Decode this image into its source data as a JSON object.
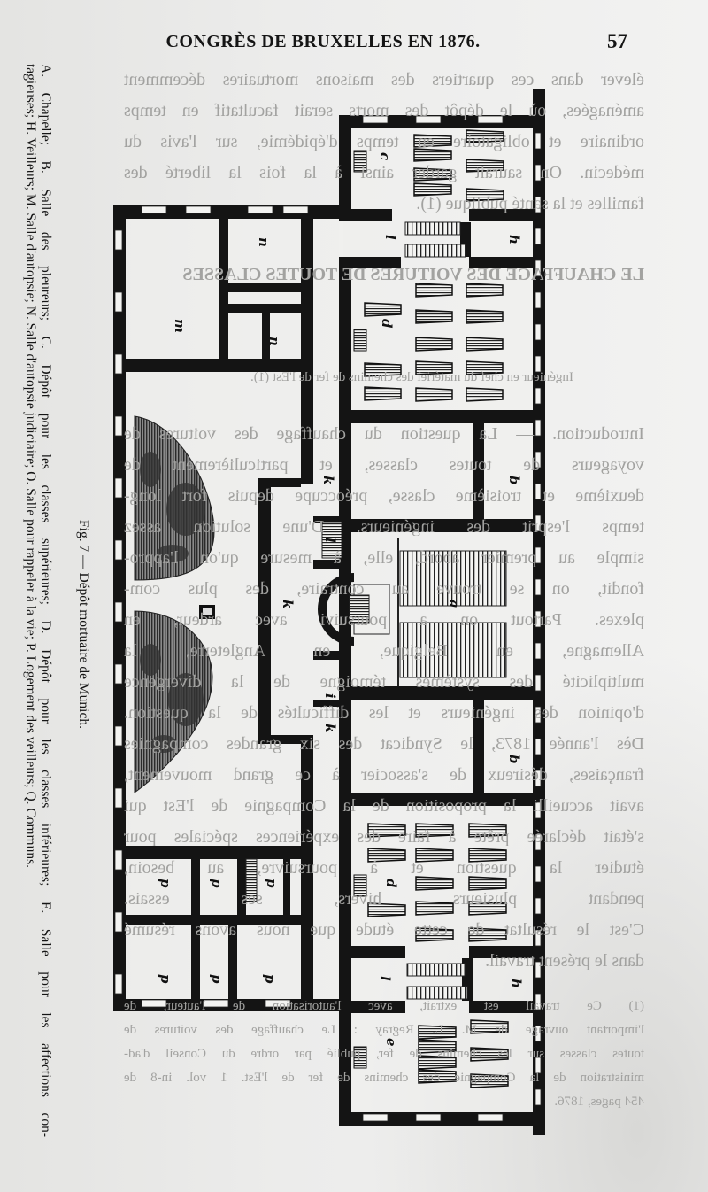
{
  "header": {
    "title": "CONGRÈS DE BRUXELLES EN 1876.",
    "page_number": "57"
  },
  "figure": {
    "caption": "Fig. 7 — Dépôt mortuaire de Munich.",
    "legend_line1": "A. Chapelle; B. Salle des pleureurs; C. Dépôt pour les classes supérieures; D. Dépôt pour les classes inférieures; E. Salle pour les affections con-",
    "legend_line2": "tagieuses; H. Veilleurs; M. Salle d'autopsie; N. Salle d'autopsie judiciaire; O. Salle pour rappeler à la vie; P. Logement des veilleurs; Q. Communs.",
    "room_labels": [
      "m",
      "n",
      "n",
      "c",
      "l",
      "h",
      "d",
      "b",
      "a",
      "b",
      "d",
      "l",
      "h",
      "e",
      "k",
      "l",
      "k",
      "i",
      "k",
      "p",
      "p",
      "p",
      "p",
      "p",
      "p"
    ]
  },
  "bleed_through": {
    "lines": [
      "élever dans ces quartiers des maisons mortuaires décemment",
      "aménagées, où le dépôt des morts serait facultatif en temps",
      "ordinaire et obligatoire en temps d'épidémie, sur l'avis du",
      "médecin. On saurait garder ainsi à la fois la liberté des",
      "familles et la santé publique (1).",
      "LE CHAUFFAGE DES VOITURES DE TOUTES CLASSES",
      "Ingénieur en chef du matériel des chemins de fer de l'Est (1).",
      "Introduction. — La question du chauffage des voitures de",
      "voyageurs de toutes classes, et particulièrement de",
      "deuxième et troisième classe, préoccupe depuis fort long-",
      "temps l'esprit des ingénieurs. D'une solution assez",
      "simple au premier abord, elle, à mesure qu'on l'appro-",
      "fondit, on se trouve au contraire, des plus com-",
      "plexes. Partout on a poursuivi avec ardeur, en",
      "Allemagne, en Belgique, en Angleterre, la",
      "multiplicité des systèmes témoigne de la divergence",
      "d'opinion des ingénieurs et les difficultés de la question.",
      "Dès l'année 1873, le Syndicat des six grandes compagnies",
      "françaises, désireux de s'associer à ce grand mouvement,",
      "avait accueilli la proposition de la Compagnie de l'Est qui",
      "s'était déclarée prête à faire des expériences spéciales pour",
      "étudier la question et à poursuivre, au besoin,",
      "pendant plusieurs hivers, ses essais.",
      "C'est le résultat de cette étude que nous avons résumé",
      "dans le présent travail.",
      "(1) Ce travail est extrait, avec l'autorisation de l'auteur, de",
      "l'important ouvrage de M. L. Regray : Le chauffage des voitures de",
      "toutes classes sur les chemins de fer, publié par ordre du Conseil d'ad-",
      "ministration de la Compagnie des chemins de fer de l'Est. 1 vol. in-8 de",
      "454 pages, 1876."
    ]
  }
}
